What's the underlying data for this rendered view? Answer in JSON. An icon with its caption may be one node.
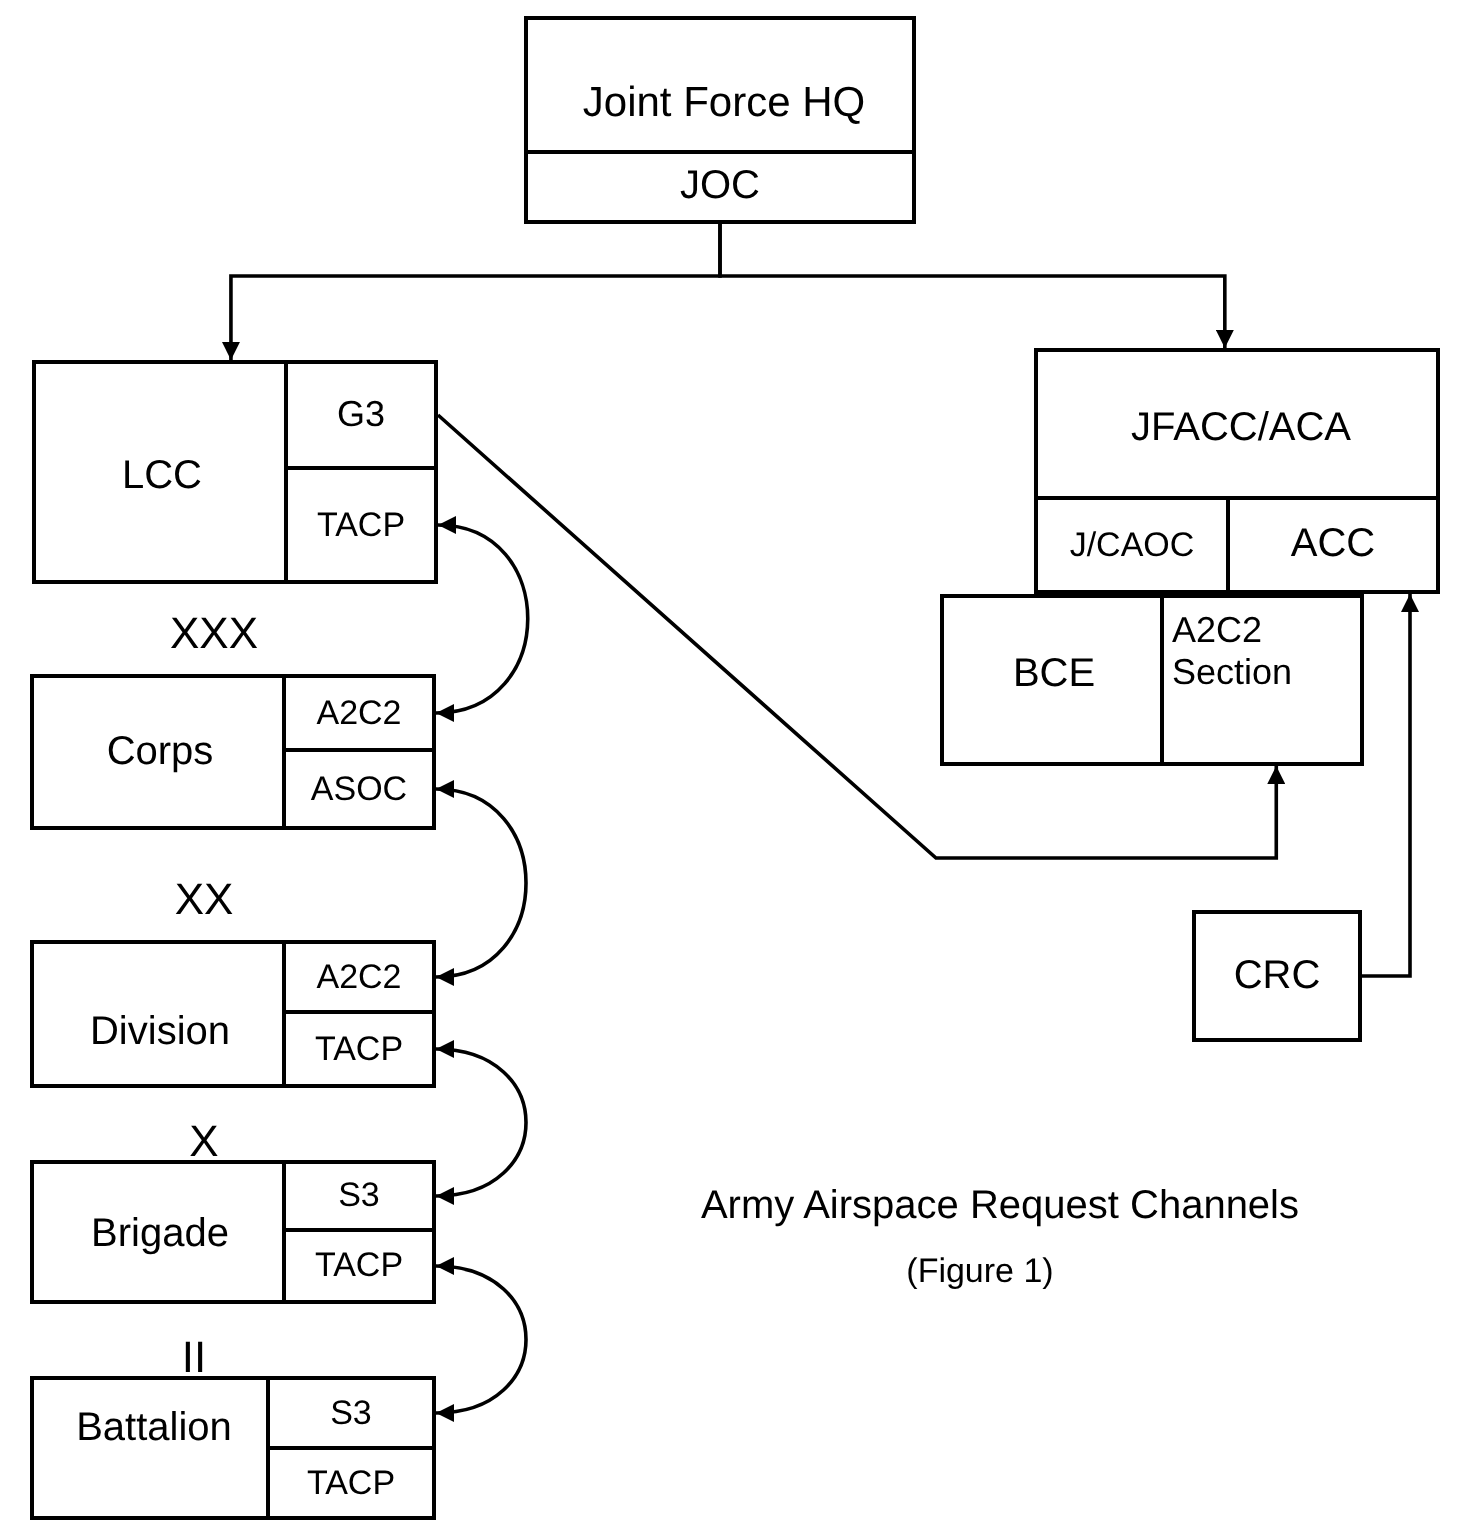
{
  "diagram": {
    "title": "Army Airspace Request Channels",
    "caption": "(Figure 1)",
    "nodes": [
      {
        "text": [
          "Joint Force HQ"
        ]
      },
      {
        "text": [
          "JOC"
        ],
        "in": 0
      },
      {
        "text": [
          "LCC"
        ]
      },
      {
        "text": [
          "G3"
        ],
        "in": 2
      },
      {
        "text": [
          "TACP"
        ],
        "in": 2
      },
      {
        "text": [
          "Corps"
        ],
        "beside": [
          "XXX"
        ]
      },
      {
        "text": [
          "A2C2"
        ],
        "in": 5
      },
      {
        "text": [
          "ASOC"
        ],
        "in": 5
      },
      {
        "text": [
          "Division"
        ],
        "beside": [
          "XX"
        ]
      },
      {
        "text": [
          "A2C2"
        ],
        "in": 8
      },
      {
        "text": [
          "TACP"
        ],
        "in": 8
      },
      {
        "text": [
          "Brigade"
        ],
        "beside": [
          "X"
        ]
      },
      {
        "text": [
          "S3"
        ],
        "in": 11
      },
      {
        "text": [
          "TACP"
        ],
        "in": 11
      },
      {
        "text": [
          "Battalion"
        ],
        "beside": [
          "II"
        ]
      },
      {
        "text": [
          "S3"
        ],
        "in": 14
      },
      {
        "text": [
          "TACP"
        ],
        "in": 14
      },
      {
        "text": [
          "JFACC/ACA"
        ]
      },
      {
        "text": [
          "J/CAOC"
        ],
        "in": 17
      },
      {
        "text": [
          "ACC"
        ],
        "in": 17
      },
      {
        "text": [
          "BCE"
        ]
      },
      {
        "text": [
          "A2C2 Section"
        ],
        "in": 20
      },
      {
        "text": [
          "CRC"
        ]
      }
    ],
    "edges": [
      {
        "from": 1,
        "to": 2,
        "arrow": "to"
      },
      {
        "from": 1,
        "to": 17,
        "arrow": "to"
      },
      {
        "from": 3,
        "to": 21,
        "arrow": "to"
      },
      {
        "from": 4,
        "to": 6,
        "arrow": "both"
      },
      {
        "from": 7,
        "to": 9,
        "arrow": "both"
      },
      {
        "from": 10,
        "to": 12,
        "arrow": "both"
      },
      {
        "from": 13,
        "to": 15,
        "arrow": "both"
      },
      {
        "from": 22,
        "to": 19,
        "arrow": "to"
      }
    ]
  }
}
